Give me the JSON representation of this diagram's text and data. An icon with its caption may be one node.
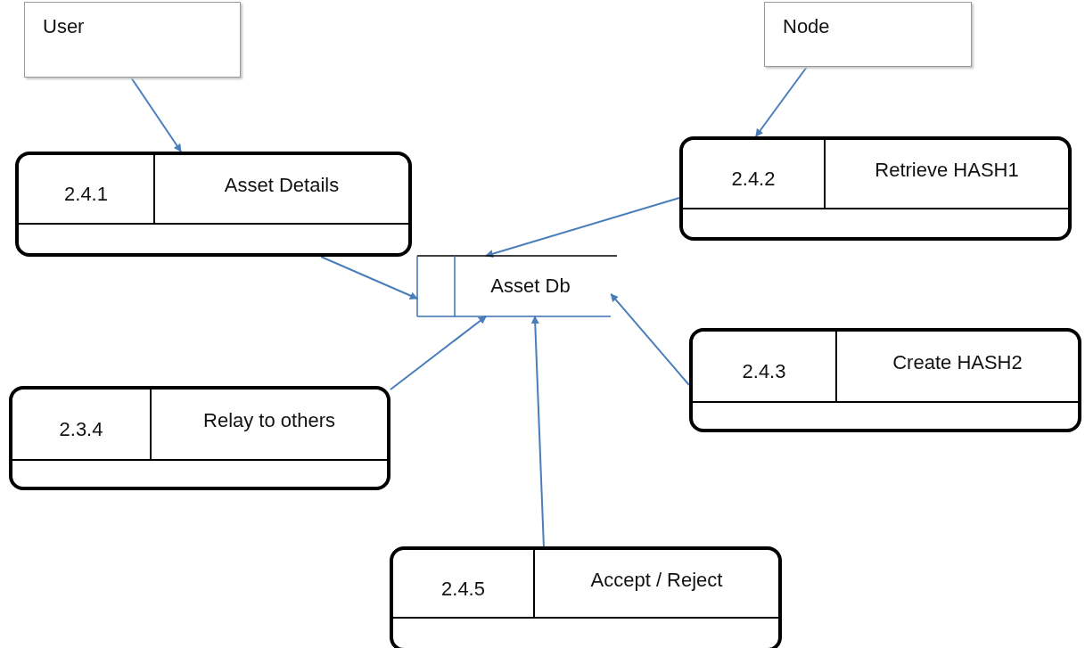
{
  "diagram": {
    "nodes": [
      {
        "text": [
          "User"
        ]
      },
      {
        "text": [
          "Node"
        ]
      },
      {
        "text": [
          "2.4.1",
          "Asset Details"
        ]
      },
      {
        "text": [
          "2.4.2",
          "Retrieve HASH1"
        ]
      },
      {
        "text": [
          "Asset Db"
        ]
      },
      {
        "text": [
          "2.3.4",
          "Relay to others"
        ]
      },
      {
        "text": [
          "2.4.3",
          "Create HASH2"
        ]
      },
      {
        "text": [
          "2.4.5",
          "Accept / Reject"
        ]
      }
    ],
    "edges": [
      {
        "from": 0,
        "to": 2,
        "arrow": "to"
      },
      {
        "from": 1,
        "to": 3,
        "arrow": "to"
      },
      {
        "from": 2,
        "to": 4,
        "arrow": "to"
      },
      {
        "from": 3,
        "to": 4,
        "arrow": "to"
      },
      {
        "from": 5,
        "to": 4,
        "arrow": "to"
      },
      {
        "from": 6,
        "to": 4,
        "arrow": "to"
      },
      {
        "from": 7,
        "to": 4,
        "arrow": "to"
      }
    ]
  }
}
